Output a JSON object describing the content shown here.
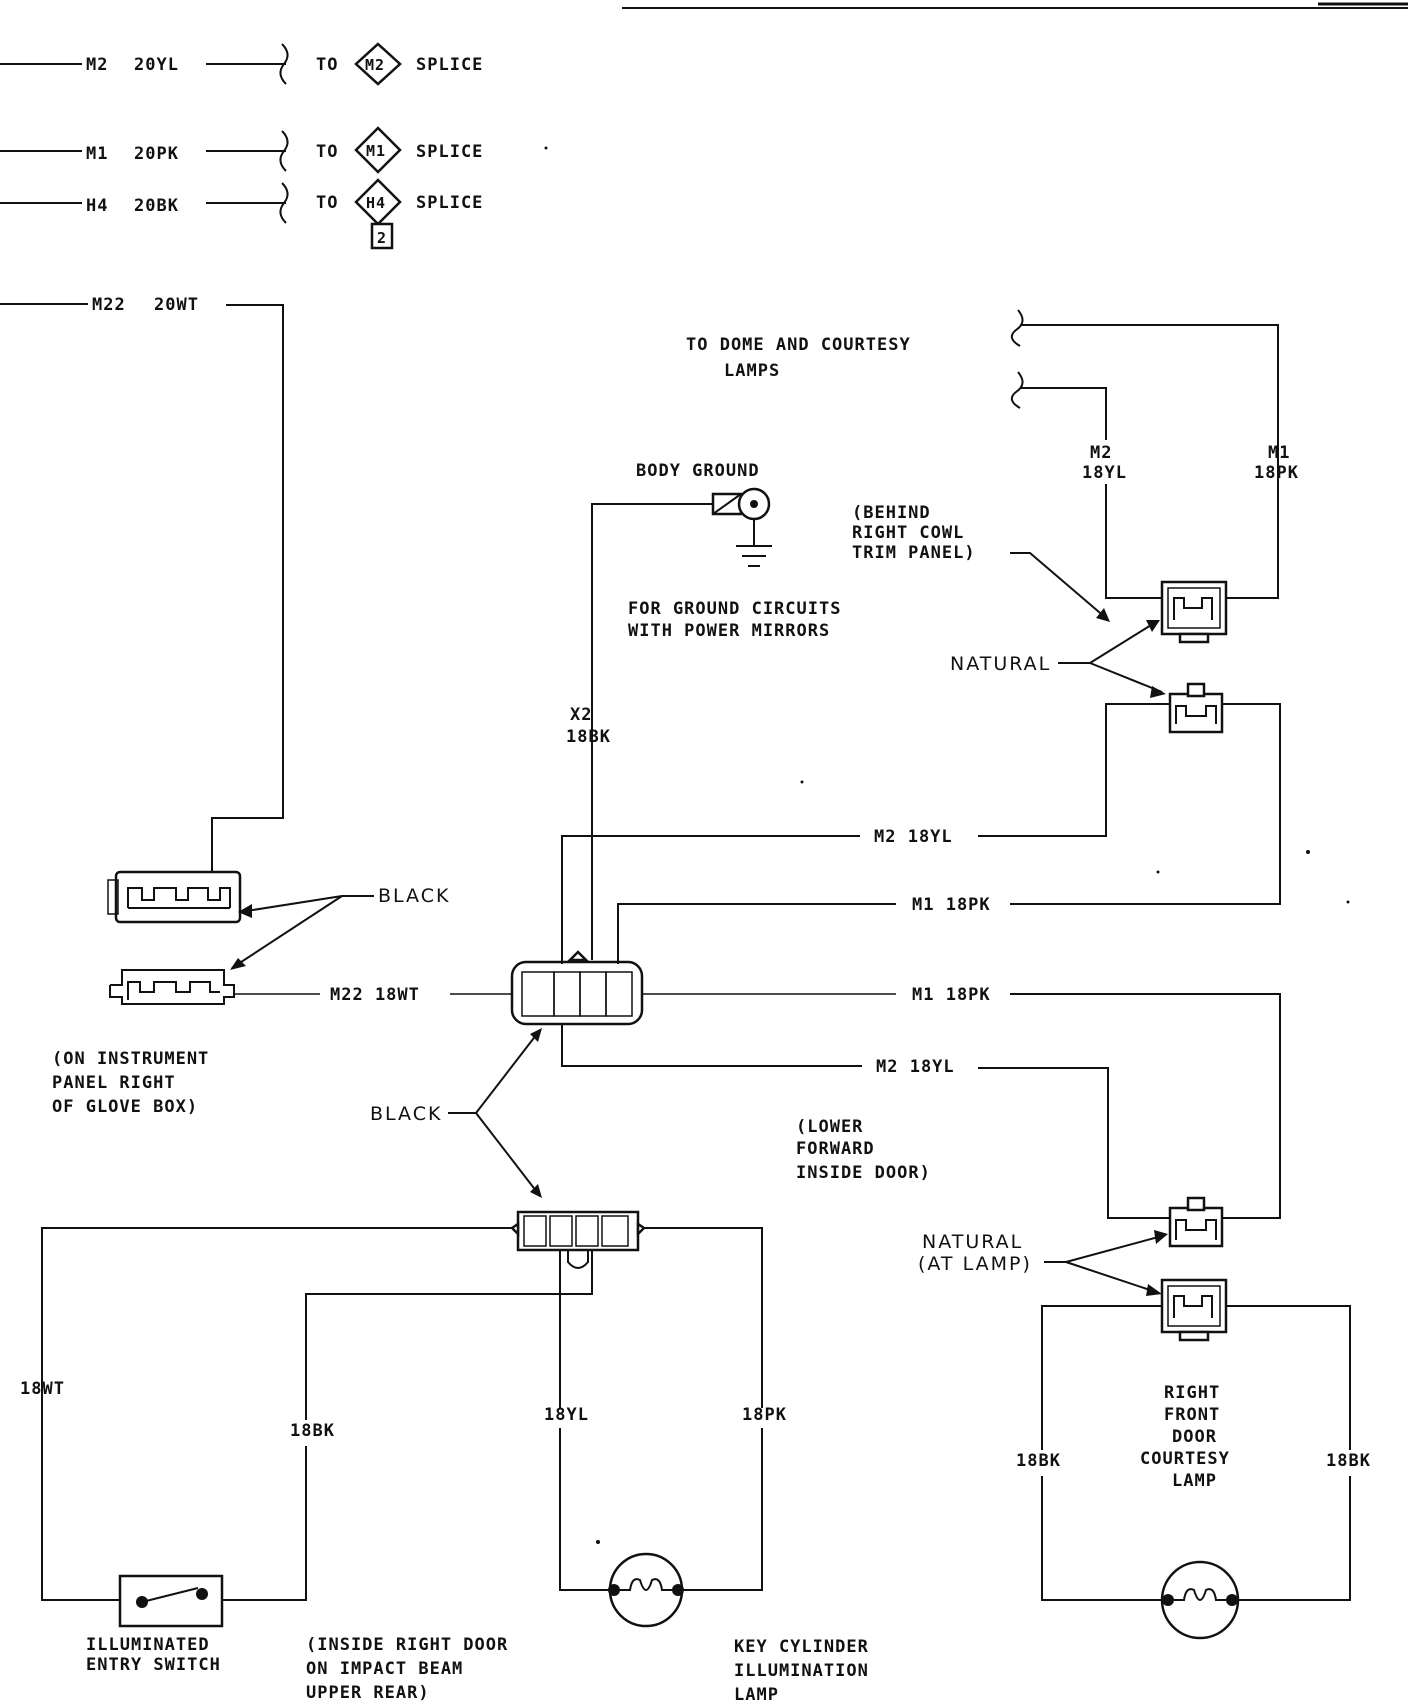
{
  "header_wires": [
    {
      "circuit": "M2",
      "gauge": "20YL",
      "to": "TO",
      "splice_id": "M2",
      "splice": "SPLICE"
    },
    {
      "circuit": "M1",
      "gauge": "20PK",
      "to": "TO",
      "splice_id": "M1",
      "splice": "SPLICE"
    },
    {
      "circuit": "H4",
      "gauge": "20BK",
      "to": "TO",
      "splice_id": "H4",
      "splice": "SPLICE",
      "splice_tab": "2"
    }
  ],
  "m22_top": {
    "circuit": "M22",
    "gauge": "20WT"
  },
  "dome": {
    "line1": "TO DOME AND COURTESY",
    "line2": "LAMPS"
  },
  "dome_wires": [
    {
      "circuit": "M2",
      "gauge": "18YL"
    },
    {
      "circuit": "M1",
      "gauge": "18PK"
    }
  ],
  "behind_cowl": [
    "(BEHIND",
    "RIGHT COWL",
    "TRIM PANEL)"
  ],
  "natural_upper": "NATURAL",
  "body_ground": "BODY GROUND",
  "ground_note": [
    "FOR GROUND CIRCUITS",
    "WITH POWER MIRRORS"
  ],
  "x2": {
    "circuit": "X2",
    "gauge": "18BK"
  },
  "wire_labels": {
    "m2_upper": "M2 18YL",
    "m1_upper": "M1 18PK",
    "m1_lower": "M1 18PK",
    "m2_lower": "M2 18YL",
    "m22_mid": "M22 18WT"
  },
  "black_upper": "BLACK",
  "black_lower": "BLACK",
  "ip_note": [
    "(ON INSTRUMENT",
    "PANEL RIGHT",
    "OF GLOVE BOX)"
  ],
  "lower_forward": [
    "(LOWER",
    "FORWARD",
    "INSIDE DOOR)"
  ],
  "natural_lamp": [
    "NATURAL",
    "(AT LAMP)"
  ],
  "courtesy_lamp": [
    "RIGHT",
    "FRONT",
    "DOOR",
    "COURTESY",
    "LAMP"
  ],
  "lamp_wires": {
    "left": "18BK",
    "right": "18BK"
  },
  "door_wires": {
    "wt": "18WT",
    "bk": "18BK",
    "yl": "18YL",
    "pk": "18PK"
  },
  "switch_label": [
    "ILLUMINATED",
    "ENTRY SWITCH"
  ],
  "inside_door": [
    "(INSIDE RIGHT DOOR",
    "ON IMPACT BEAM",
    "UPPER REAR)"
  ],
  "key_lamp": [
    "KEY CYLINDER",
    "ILLUMINATION",
    "LAMP"
  ]
}
